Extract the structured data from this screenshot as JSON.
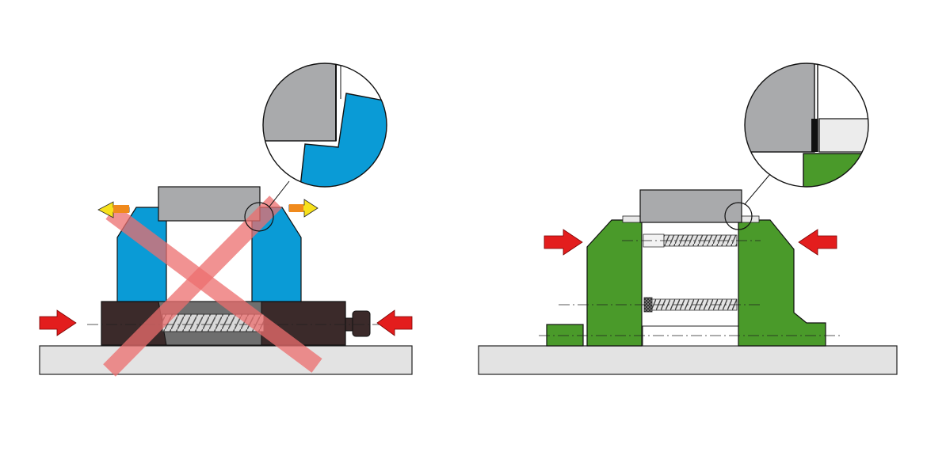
{
  "figure": {
    "background": "#ffffff",
    "panels": [
      {
        "id": "incorrect-vise",
        "verdict": "incorrect",
        "vise_color": "#0a9bd6",
        "base_color": "#3b2a2a",
        "workpiece_color": "#a9aaac",
        "outcome_icon": "cross-mark-icon",
        "force_arrow_color": "#e31d1d",
        "spread_arrow_colors": [
          "#f7e11c",
          "#f08a1c"
        ],
        "detail_view": "jaw-gap-tilted"
      },
      {
        "id": "correct-vise",
        "verdict": "correct",
        "vise_color": "#4a9a2a",
        "workpiece_color": "#a9aaac",
        "force_arrow_color": "#e31d1d",
        "detail_view": "jaw-contact-flush"
      }
    ],
    "table_color": "#e3e3e3",
    "cross_color": "#ec6e6e"
  }
}
